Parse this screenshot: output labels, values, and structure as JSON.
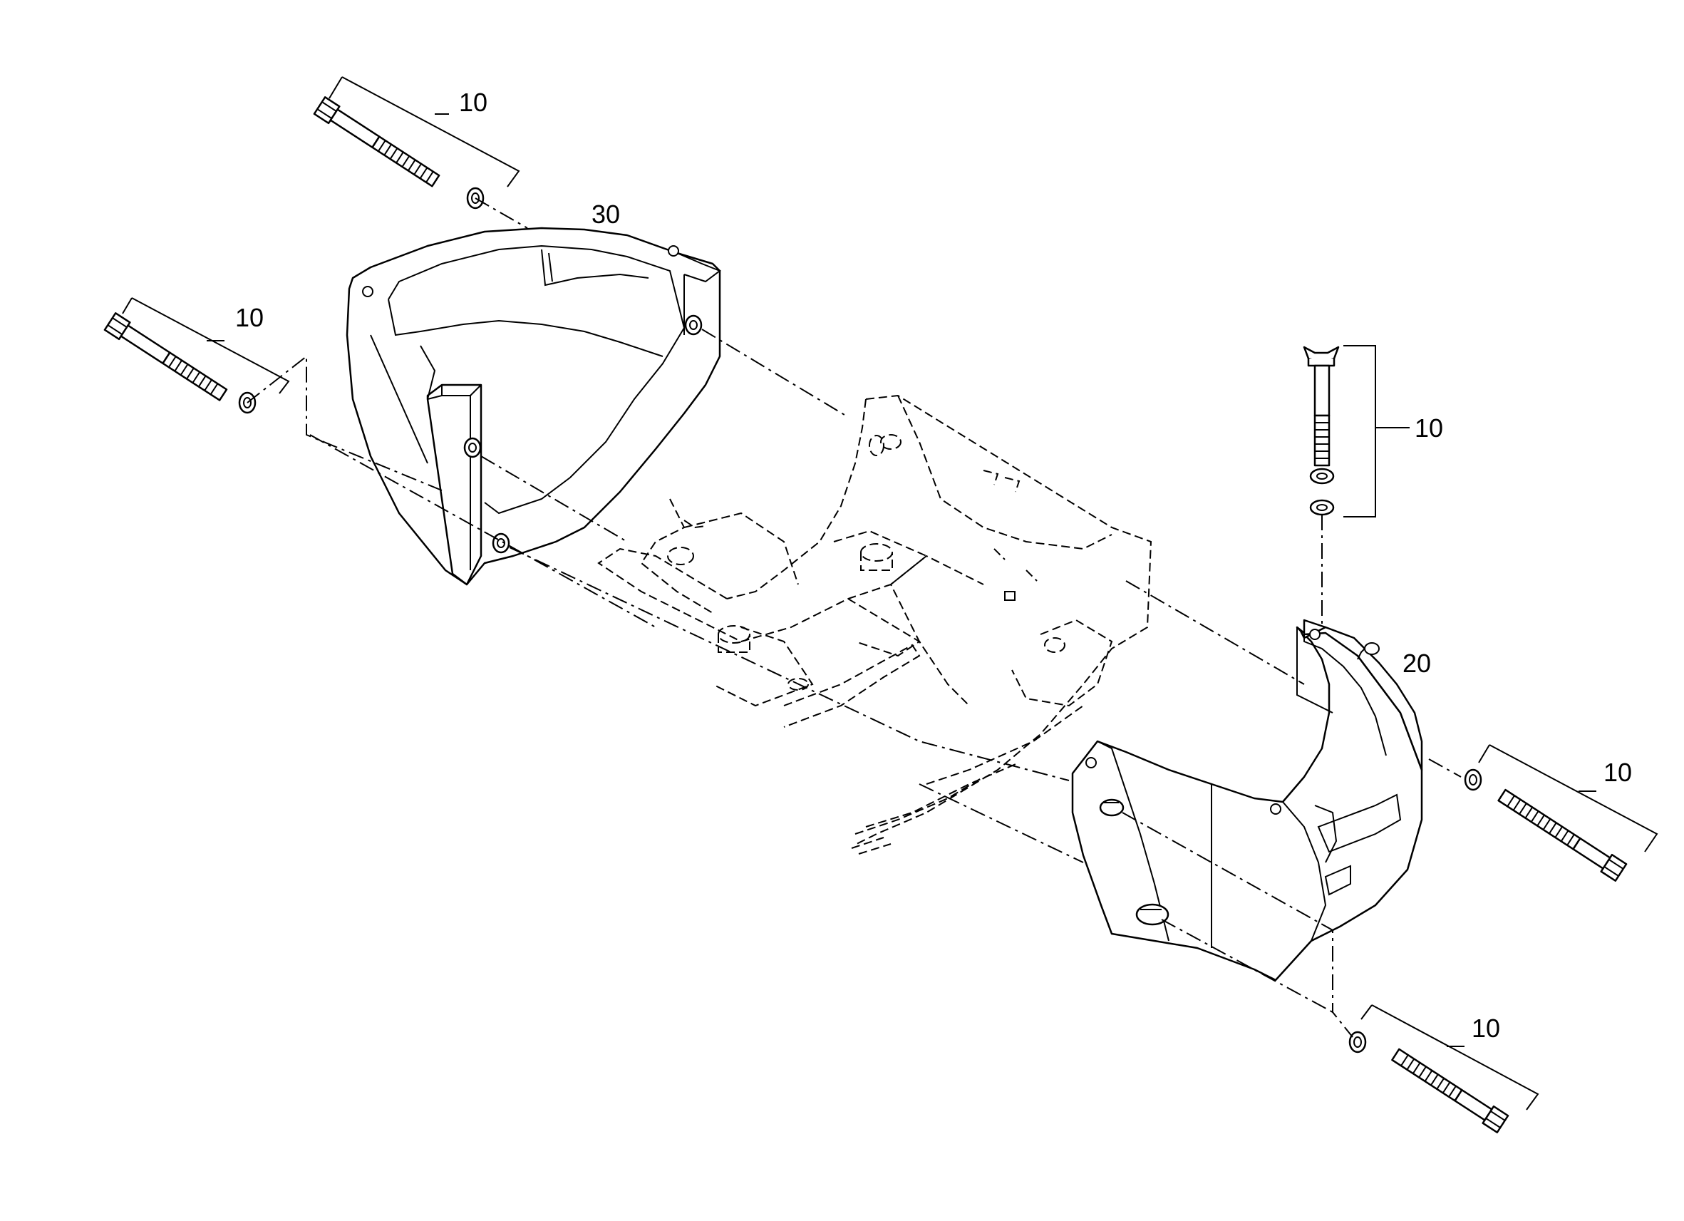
{
  "callouts": {
    "bolt_set_top_left": "10",
    "bolt_set_mid_left": "10",
    "bolt_set_vertical_right": "10",
    "bolt_set_right": "10",
    "bolt_set_bottom_right": "10",
    "cover_left": "30",
    "cover_right": "20"
  }
}
